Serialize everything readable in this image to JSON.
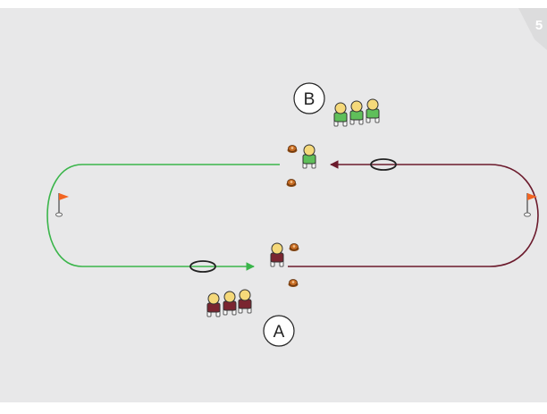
{
  "page": {
    "number": "5"
  },
  "groups": [
    {
      "id": "B",
      "label": "B",
      "jersey": "#5fbf5a"
    },
    {
      "id": "A",
      "label": "A",
      "jersey": "#7a2530"
    }
  ],
  "colors": {
    "field": "#e8e8e9",
    "corner_tab": "#dcdcdd",
    "green_route": "#3ab54a",
    "maroon_route": "#6b1a2c",
    "cone": "#b5651d",
    "flag": "#f26522",
    "skin": "#f5d97a"
  },
  "icons": [
    "flag-icon",
    "cone-icon",
    "ring-icon",
    "player-icon",
    "arrow-icon"
  ]
}
